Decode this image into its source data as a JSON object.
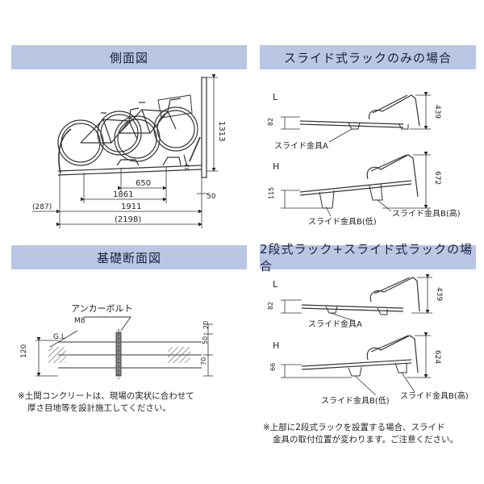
{
  "headers": {
    "side_view": "側面図",
    "slide_only": "スライド式ラックのみの場合",
    "foundation": "基礎断面図",
    "two_tier_slide": "2段式ラック+スライド式ラックの場合"
  },
  "side_view": {
    "dim_height": "1313",
    "dim_650": "650",
    "dim_1861": "1861",
    "dim_1911": "1911",
    "dim_2198": "(2198)",
    "dim_287": "(287)",
    "dim_50": "50",
    "dim_small": "33"
  },
  "slide_only": {
    "label_L": "L",
    "label_H": "H",
    "L_dim_82": "82",
    "L_dim_439": "439",
    "L_fitting": "スライド金具A",
    "H_dim_115": "115",
    "H_dim_672": "672",
    "H_fitting_b_low": "スライド金具B(低)",
    "H_fitting_b_high": "スライド金具B(高)"
  },
  "foundation": {
    "anchor_bolt": "アンカーボルト",
    "bolt_size": "M8",
    "gl": "G.L",
    "dim_120": "120",
    "dim_20": "20",
    "dim_50": "50",
    "dim_70": "70"
  },
  "two_tier": {
    "label_L": "L",
    "label_H": "H",
    "L_dim_82": "82",
    "L_dim_439": "439",
    "L_fitting": "スライド金具A",
    "H_dim_66": "66",
    "H_dim_624": "624",
    "H_fitting_b_low": "スライド金具B(低)",
    "H_fitting_b_high": "スライド金具B(高)"
  },
  "notes": {
    "foundation_note_1": "※土間コンクリートは、現場の実状に合わせて",
    "foundation_note_2": "厚さ目地等を設計施工してください。",
    "two_tier_note_1": "※上部に2段式ラックを設置する場合、スライド",
    "two_tier_note_2": "金具の取付位置が変わります。ご注意ください。"
  }
}
